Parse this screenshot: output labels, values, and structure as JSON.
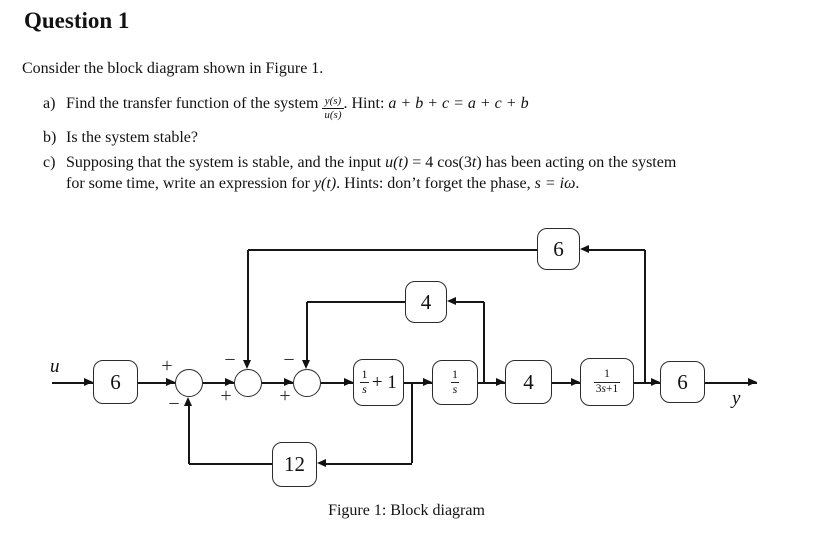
{
  "question": {
    "heading": "Question 1",
    "intro": "Consider the block diagram shown in Figure 1.",
    "item_a": {
      "label": "a)",
      "text1": "Find the transfer function of the system ",
      "frac_num": "y(s)",
      "frac_den": "u(s)",
      "text2": ". Hint: ",
      "math": "a + b + c = a + c + b"
    },
    "item_b": {
      "label": "b)",
      "text": "Is the system stable?"
    },
    "item_c": {
      "label": "c)",
      "line1_text1": "Supposing that the system is stable, and the input ",
      "line1_math1": "u(t)",
      "line1_text2": " = 4 cos(3",
      "line1_math2": "t",
      "line1_text3": ") has been acting on the system",
      "line2_text1": "for some time, write an expression for ",
      "line2_math1": "y(t)",
      "line2_text2": ". Hints: don’t forget the phase, ",
      "line2_math2": "s = iω",
      "line2_text3": "."
    }
  },
  "diagram": {
    "input_label": "u",
    "output_label": "y",
    "pre_gain": "6",
    "sum_signs": {
      "sum1_plus": "+",
      "sum1_minus": "−",
      "sum2_minus": "−",
      "sum2_plus": "+",
      "sum3_minus": "−",
      "sum3_plus": "+"
    },
    "integrator_plus_one": {
      "num": "1",
      "den": "s",
      "suffix": "+ 1"
    },
    "integrator": {
      "num": "1",
      "den": "s"
    },
    "gain_mid": "4",
    "first_order": {
      "num": "1",
      "den_coeff": "3",
      "den_s": "s",
      "den_tail": "+1"
    },
    "out_gain": "6",
    "fb_top_gain": "6",
    "fb_mid_gain": "4",
    "fb_bottom_gain": "12",
    "caption": "Figure 1: Block diagram"
  }
}
